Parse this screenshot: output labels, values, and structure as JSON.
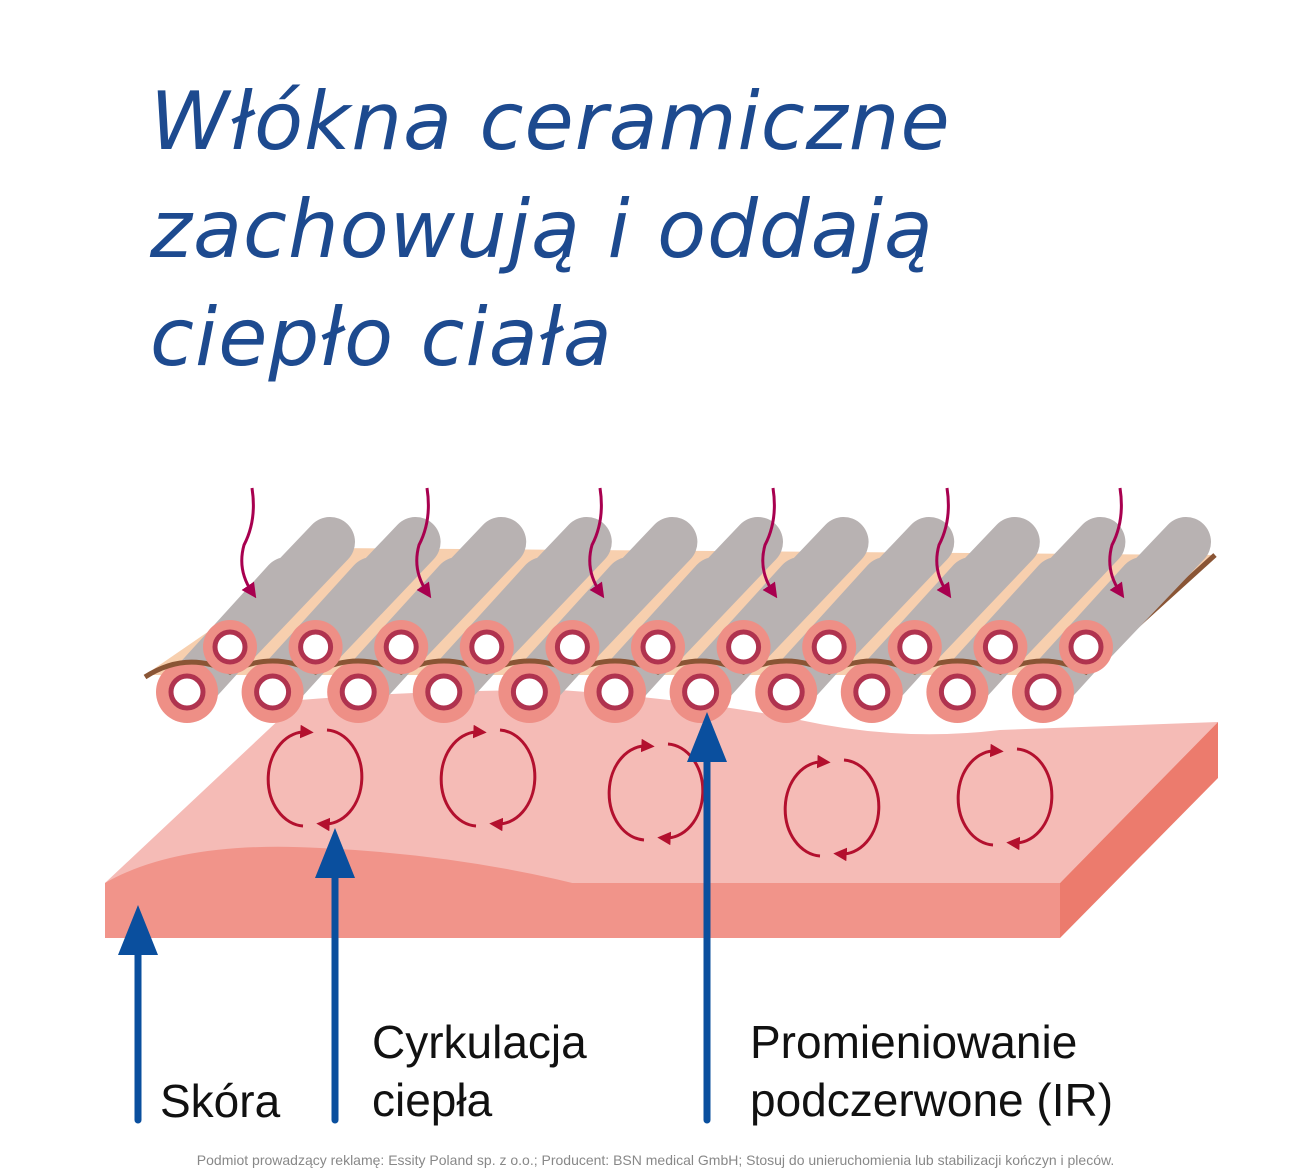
{
  "title": {
    "lines": [
      "Włókna ceramiczne",
      "zachowują i oddają",
      "ciepło ciała"
    ],
    "color": "#1d4a8f"
  },
  "labels": {
    "skin": [
      "Skóra"
    ],
    "circulation": [
      "Cyrkulacja",
      "ciepła"
    ],
    "infrared": [
      "Promieniowanie",
      "podczerwone (IR)"
    ]
  },
  "colors": {
    "blue_arrow": "#0a4f9e",
    "heat_arrow": "#a8004f",
    "circulation_arrow": "#b3102e",
    "fiber_gray": "#b8b2b2",
    "fiber_peach": "#f7cfae",
    "fiber_core": "#ee8f86",
    "skin_top": "#f5bbb6",
    "skin_front": "#f1948a",
    "skin_side": "#ec7b6d"
  },
  "footer": "Podmiot prowadzący reklamę: Essity Poland sp. z o.o.; Producent: BSN medical GmbH; Stosuj do unieruchomienia lub stabilizacji kończyn i pleców."
}
